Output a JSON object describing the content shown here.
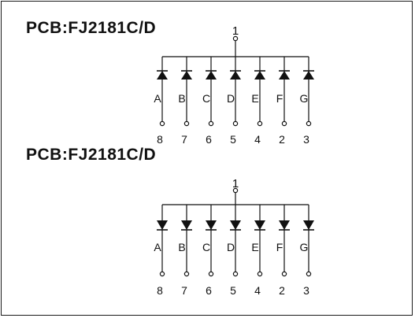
{
  "diagrams": [
    {
      "title": "PCB:FJ2181C/D",
      "common_pin": "1",
      "orientation": "up",
      "segments": [
        "A",
        "B",
        "C",
        "D",
        "E",
        "F",
        "G"
      ],
      "pins": [
        "8",
        "7",
        "6",
        "5",
        "4",
        "2",
        "3"
      ]
    },
    {
      "title": "PCB:FJ2181C/D",
      "common_pin": "1",
      "orientation": "down",
      "segments": [
        "A",
        "B",
        "C",
        "D",
        "E",
        "F",
        "G"
      ],
      "pins": [
        "8",
        "7",
        "6",
        "5",
        "4",
        "2",
        "3"
      ]
    }
  ],
  "colors": {
    "ink": "#111111",
    "frame": "#1a1a1a",
    "background": "#ffffff"
  }
}
